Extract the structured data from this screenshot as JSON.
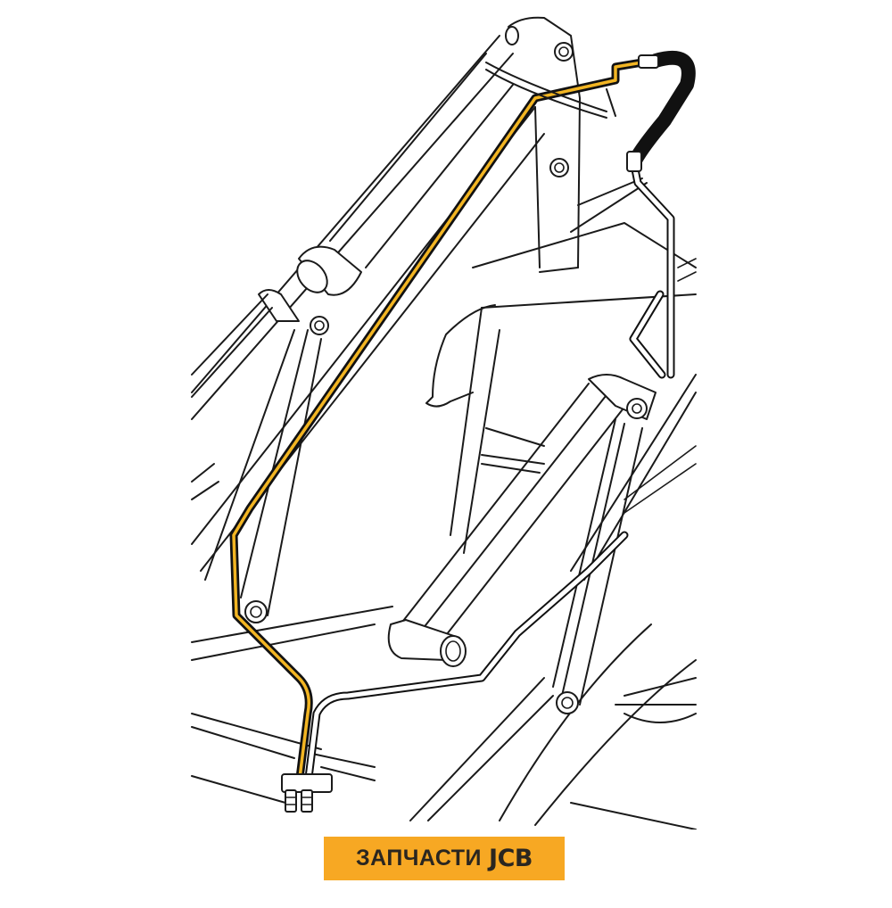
{
  "diagram": {
    "subject": "loader-arm-hydraulic-pipes",
    "style": "black line drawing on white",
    "highlight_color": "#F2B523",
    "line_color": "#1a1a1a",
    "background": "#ffffff"
  },
  "banner": {
    "text_main": "ЗАПЧАСТИ",
    "text_brand": "JCB",
    "background": "#F7A823",
    "text_color": "#2a2620"
  }
}
